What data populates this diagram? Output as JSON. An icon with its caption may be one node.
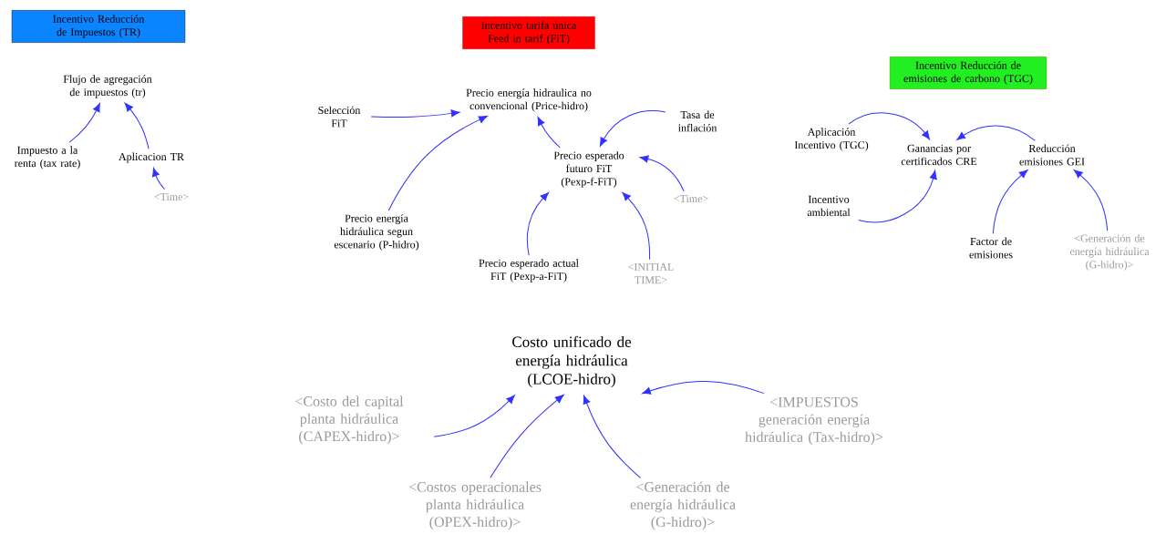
{
  "diagram": {
    "nodes": [
      {
        "text": [
          "Incentivo Reducción de Impuestos (TR)"
        ]
      },
      {
        "text": [
          "Flujo de agregación de impuestos (tr)"
        ]
      },
      {
        "text": [
          "Impuesto a la renta (tax rate)"
        ]
      },
      {
        "text": [
          "Aplicacion TR"
        ]
      },
      {
        "text": [
          "<Time>"
        ]
      },
      {
        "text": [
          "Incentivo tarifa única Feed in tarif (FiT)"
        ]
      },
      {
        "text": [
          "Precio energía hidraulica no convencional (Price-hidro)"
        ]
      },
      {
        "text": [
          "Selección FiT"
        ]
      },
      {
        "text": [
          "Tasa de inflación"
        ]
      },
      {
        "text": [
          "Precio esperado futuro FiT (Pexp-f-FiT)"
        ]
      },
      {
        "text": [
          "<Time>"
        ]
      },
      {
        "text": [
          "Precio energía hidráulica segun escenario (P-hidro)"
        ]
      },
      {
        "text": [
          "Precio esperado actual FiT (Pexp-a-FiT)"
        ]
      },
      {
        "text": [
          "<INITIAL TIME>"
        ]
      },
      {
        "text": [
          "Incentivo Reducción de emisiones de carbono (TGC)"
        ]
      },
      {
        "text": [
          "Aplicación Incentivo (TGC)"
        ]
      },
      {
        "text": [
          "Ganancias por certificados CRE"
        ]
      },
      {
        "text": [
          "Reducción emisiones GEI"
        ]
      },
      {
        "text": [
          "Incentivo ambiental"
        ]
      },
      {
        "text": [
          "Factor de emisiones"
        ]
      },
      {
        "text": [
          "<Generación de energía hidráulica (G-hidro)>"
        ]
      },
      {
        "text": [
          "Costo unificado de energía hidráulica (LCOE-hidro)"
        ]
      },
      {
        "text": [
          "<Costo del capital planta hidráulica (CAPEX-hidro)>"
        ]
      },
      {
        "text": [
          "<IMPUESTOS generación energía hidráulica (Tax-hidro)>"
        ]
      },
      {
        "text": [
          "<Costos operacionales planta hidráulica (OPEX-hidro)>"
        ]
      },
      {
        "text": [
          "<Generación de energía hidráulica (G-hidro)>"
        ]
      }
    ],
    "edges": [
      {
        "from": 2,
        "to": 1,
        "arrow": "to"
      },
      {
        "from": 3,
        "to": 1,
        "arrow": "to"
      },
      {
        "from": 4,
        "to": 3,
        "arrow": "to"
      },
      {
        "from": 7,
        "to": 6,
        "arrow": "to"
      },
      {
        "from": 11,
        "to": 6,
        "arrow": "to"
      },
      {
        "from": 9,
        "to": 6,
        "arrow": "to"
      },
      {
        "from": 8,
        "to": 9,
        "arrow": "to"
      },
      {
        "from": 10,
        "to": 9,
        "arrow": "to"
      },
      {
        "from": 12,
        "to": 9,
        "arrow": "to"
      },
      {
        "from": 13,
        "to": 9,
        "arrow": "to"
      },
      {
        "from": 15,
        "to": 16,
        "arrow": "to"
      },
      {
        "from": 18,
        "to": 16,
        "arrow": "to"
      },
      {
        "from": 17,
        "to": 16,
        "arrow": "to"
      },
      {
        "from": 19,
        "to": 17,
        "arrow": "to"
      },
      {
        "from": 20,
        "to": 17,
        "arrow": "to"
      },
      {
        "from": 22,
        "to": 21,
        "arrow": "to"
      },
      {
        "from": 24,
        "to": 21,
        "arrow": "to"
      },
      {
        "from": 25,
        "to": 21,
        "arrow": "to"
      },
      {
        "from": 23,
        "to": 21,
        "arrow": "to"
      }
    ]
  }
}
